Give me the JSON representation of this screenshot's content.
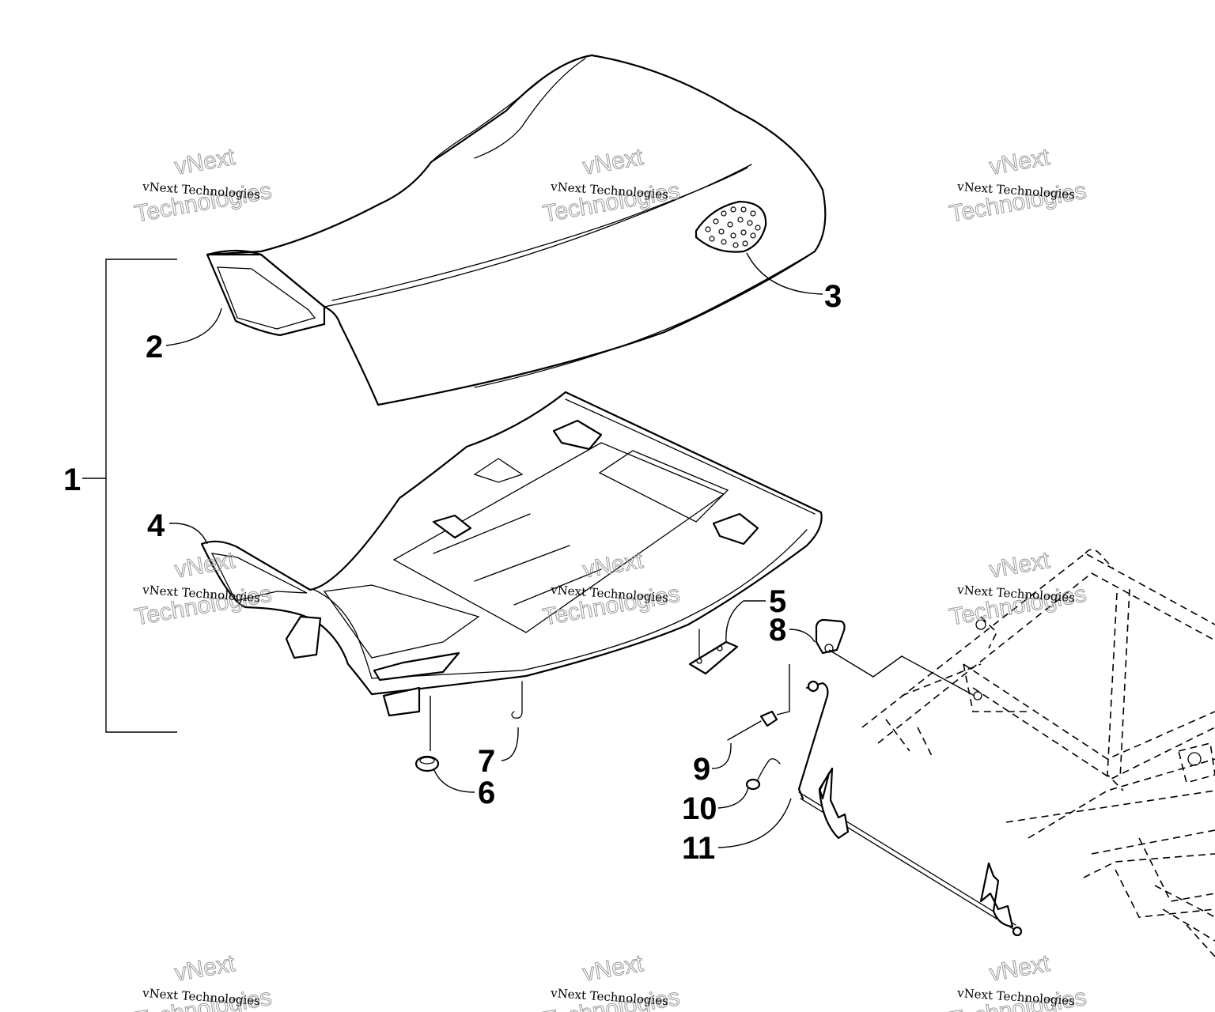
{
  "watermark": {
    "line1": "vNext Technologies",
    "line2a": "vNext",
    "line2b": "Technologies"
  },
  "callouts": {
    "c1": "1",
    "c2": "2",
    "c3": "3",
    "c4": "4",
    "c5": "5",
    "c6": "6",
    "c7": "7",
    "c8": "8",
    "c9": "9",
    "c10": "10",
    "c11": "11"
  }
}
